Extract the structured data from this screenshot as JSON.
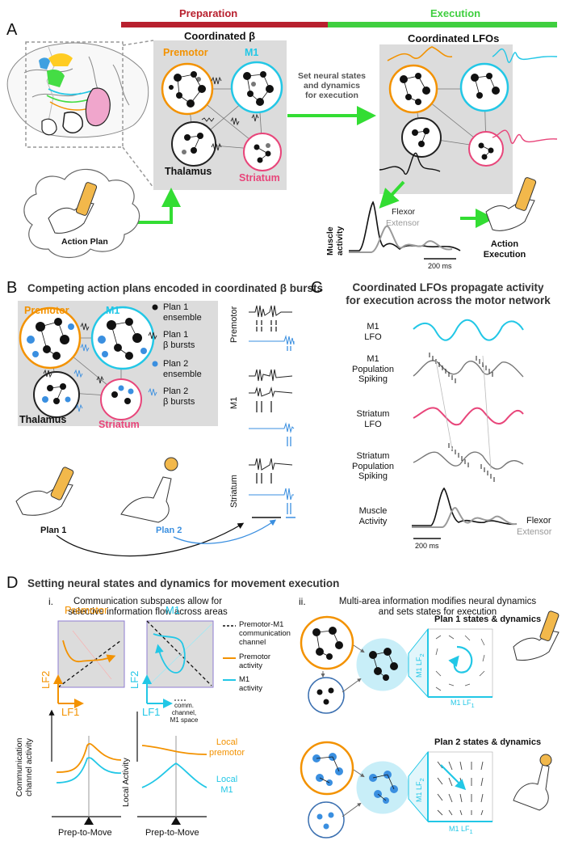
{
  "colors": {
    "premotor": "#f39200",
    "m1": "#22c7e6",
    "striatum": "#e8457a",
    "thalamus": "#222222",
    "plan2": "#3a8fe0",
    "preparation_bar": "#b8202e",
    "execution_bar": "#3fcf3f",
    "arrow_green": "#33dd33",
    "panel_gray": "#dcdcdc",
    "muscle_gray": "#9a9a9a"
  },
  "panel_a": {
    "letter": "A",
    "preparation": "Preparation",
    "execution": "Execution",
    "coordinated_beta": "Coordinated β",
    "coordinated_lfos": "Coordinated LFOs",
    "premotor": "Premotor",
    "m1": "M1",
    "thalamus": "Thalamus",
    "striatum": "Striatum",
    "set_states": [
      "Set neural states",
      "and dynamics",
      "for execution"
    ],
    "action_plan": "Action Plan",
    "muscle_activity": [
      "Muscle",
      "activity"
    ],
    "flexor": "Flexor",
    "extensor": "Extensor",
    "scale_bar": "200 ms",
    "action_execution": [
      "Action",
      "Execution"
    ]
  },
  "panel_b": {
    "letter": "B",
    "title": "Competing action plans encoded in coordinated β bursts",
    "premotor": "Premotor",
    "m1": "M1",
    "thalamus": "Thalamus",
    "striatum": "Striatum",
    "plan1_ensemble": [
      "Plan 1",
      "ensemble"
    ],
    "plan1_bursts": [
      "Plan 1",
      "β bursts"
    ],
    "plan2_ensemble": [
      "Plan 2",
      "ensemble"
    ],
    "plan2_bursts": [
      "Plan 2",
      "β bursts"
    ],
    "trace_labels": [
      "Premotor",
      "M1",
      "Striatum"
    ],
    "plan1": "Plan 1",
    "plan2": "Plan 2"
  },
  "panel_c": {
    "letter": "C",
    "title": [
      "Coordinated LFOs propagate activity",
      "for execution across the motor network"
    ],
    "rows": [
      [
        "M1",
        "LFO"
      ],
      [
        "M1",
        "Population",
        "Spiking"
      ],
      [
        "Striatum",
        "LFO"
      ],
      [
        "Striatum",
        "Population",
        "Spiking"
      ],
      [
        "Muscle",
        "Activity"
      ]
    ],
    "flexor": "Flexor",
    "extensor": "Extensor",
    "scale_bar": "200 ms"
  },
  "panel_d": {
    "letter": "D",
    "title": "Setting neural states and dynamics for movement execution",
    "sub_i": "i.",
    "sub_i_text": [
      "Communication subspaces allow for",
      "selective information flow across areas"
    ],
    "premotor": "Premotor",
    "m1": "M1",
    "lf1": "LF1",
    "lf2": "LF2",
    "legend_channel": [
      "Premotor-M1",
      "communication",
      "channel"
    ],
    "legend_premotor": [
      "Premotor",
      "activity"
    ],
    "legend_m1": [
      "M1",
      "activity"
    ],
    "comm_note": [
      "comm.",
      "channel,",
      "M1 space"
    ],
    "comm_ylabel": [
      "Communication",
      "channel activity"
    ],
    "local_ylabel": "Local Activity",
    "local_premotor": [
      "Local",
      "premotor"
    ],
    "local_m1": [
      "Local",
      "M1"
    ],
    "prep_to_move": "Prep-to-Move",
    "sub_ii": "ii.",
    "sub_ii_text": [
      "Multi-area information modifies neural dynamics",
      "and sets states for execution"
    ],
    "plan1_states": "Plan 1 states & dynamics",
    "plan2_states": "Plan 2 states & dynamics",
    "m1_lf2": "M1 LF",
    "m1_lf1": "M1 LF",
    "sub2": "2",
    "sub1": "1"
  }
}
